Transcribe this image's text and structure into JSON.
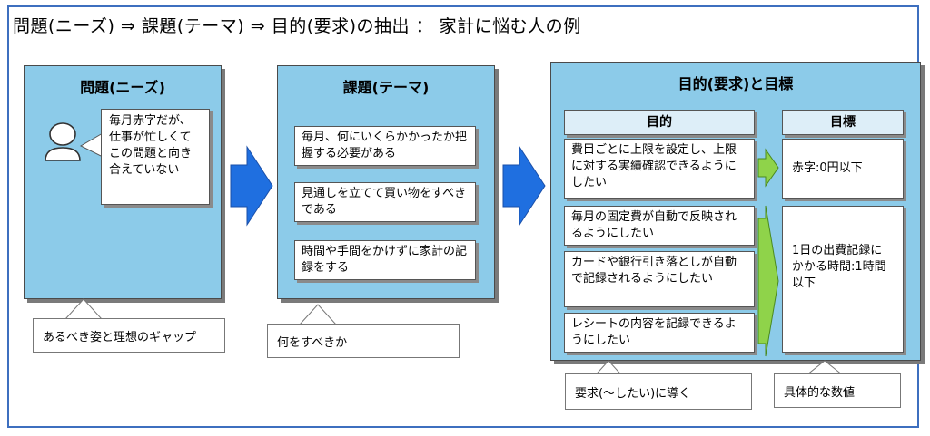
{
  "title": "問題(ニーズ) ⇒ 課題(テーマ) ⇒ 目的(要求)の抽出 ： 家計に悩む人の例",
  "problem": {
    "title": "問題(ニーズ)",
    "speech": "毎月赤字だが、仕事が忙しくてこの問題と向き合えていない",
    "callout": "あるべき姿と理想のギャップ"
  },
  "task": {
    "title": "課題(テーマ)",
    "items": [
      "毎月、何にいくらかかったか把握する必要がある",
      "見通しを立てて買い物をすべきである",
      "時間や手間をかけずに家計の記録をする"
    ],
    "callout": "何をすべきか"
  },
  "goal": {
    "title": "目的(要求)と目標",
    "purpose_header": "目的",
    "target_header": "目標",
    "purposes": [
      "費目ごとに上限を設定し、上限に対する実績確認できるようにしたい",
      "毎月の固定費が自動で反映されるようにしたい",
      "カードや銀行引き落としが自動で記録されるようにしたい",
      "レシートの内容を記録できるようにしたい"
    ],
    "targets": [
      "赤字:0円以下",
      "1日の出費記録にかかる時間:1時間以下"
    ],
    "callout_left": "要求(〜したい)に導く",
    "callout_right": "具体的な数値"
  },
  "colors": {
    "panel": "#8ccbe9",
    "arrow_blue": "#1f6fe0",
    "arrow_green": "#8fd34a",
    "frame": "#3d6fbf"
  }
}
